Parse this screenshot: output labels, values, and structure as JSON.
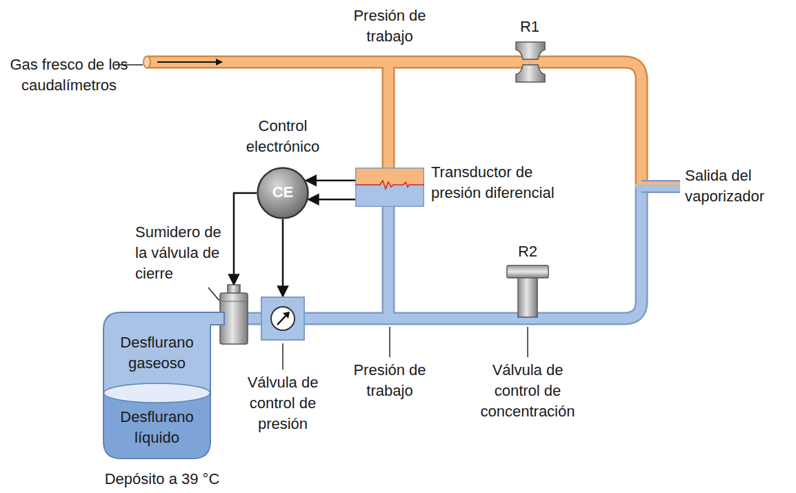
{
  "diagram": {
    "nodes": [
      {
        "text": [
          "CE"
        ]
      },
      {
        "text": [
          "Transductor de presión diferencial"
        ]
      },
      {
        "text": [
          "Sumidero de la válvula de cierre"
        ]
      },
      {
        "text": [
          "Válvula de control de presión"
        ]
      },
      {
        "text": [
          "Desflurano gaseoso",
          "Desflurano líquido",
          "Depósito a 39 °C"
        ]
      }
    ],
    "edges": [
      {
        "from": 1,
        "to": 0,
        "arrow": "to"
      },
      {
        "from": 1,
        "to": 0,
        "arrow": "to"
      },
      {
        "from": 0,
        "to": 2,
        "arrow": "to"
      },
      {
        "from": 0,
        "to": 3,
        "arrow": "to"
      }
    ],
    "labels": [
      "Gas fresco de los caudalímetros",
      "Presión de trabajo",
      "R1",
      "Control electrónico",
      "Salida del vaporizador",
      "R2",
      "Presión de trabajo",
      "Válvula de control de concentración"
    ]
  }
}
